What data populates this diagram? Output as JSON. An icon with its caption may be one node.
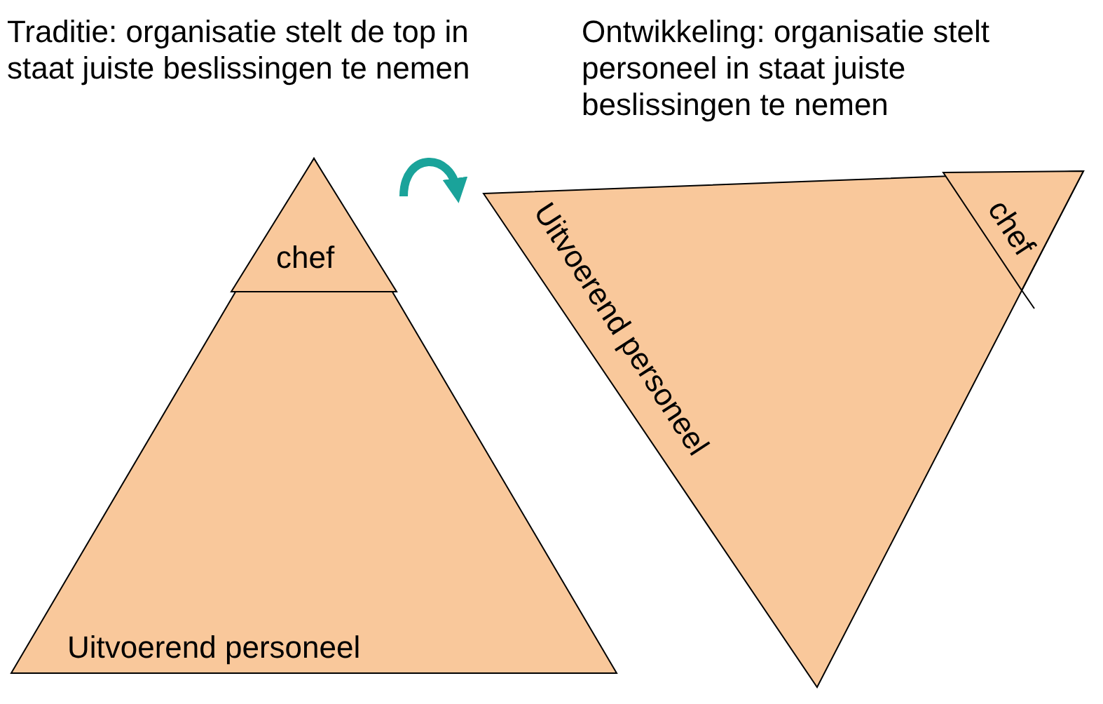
{
  "diagram": {
    "nodes": [
      {
        "text": [
          "Traditie: organisatie stelt de top in staat juiste beslissingen te nemen",
          "Uitvoerend personeel"
        ]
      },
      {
        "text": [
          "chef"
        ],
        "in": 0
      },
      {
        "text": [
          "Ontwikkeling: organisatie stelt personeel in staat juiste beslissingen te nemen",
          "Uitvoerend personeel"
        ]
      },
      {
        "text": [
          "chef"
        ],
        "in": 2
      }
    ],
    "edges": [
      {
        "from": 0,
        "to": 2,
        "arrow": "to",
        "color": "#1aa39a"
      }
    ]
  }
}
